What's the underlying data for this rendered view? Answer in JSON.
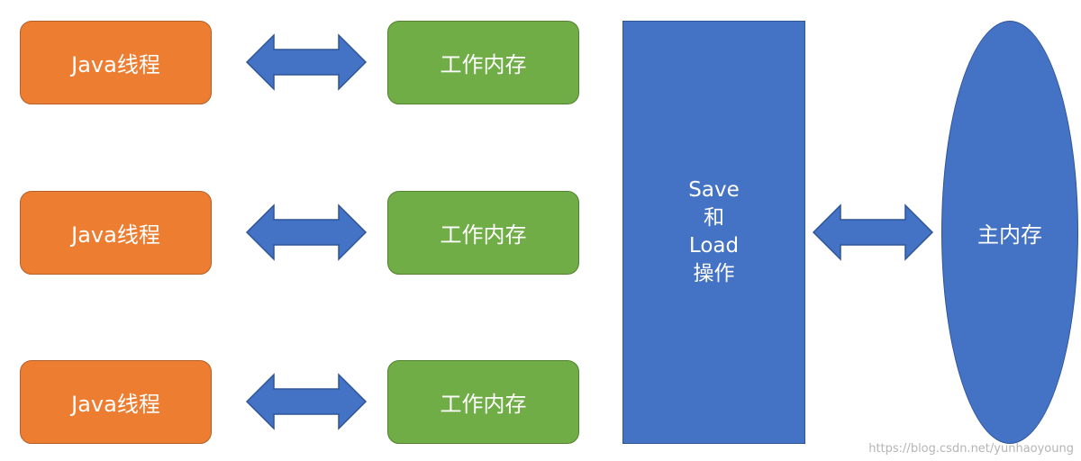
{
  "diagram": {
    "rows": [
      {
        "thread_label": "Java线程",
        "workmem_label": "工作内存"
      },
      {
        "thread_label": "Java线程",
        "workmem_label": "工作内存"
      },
      {
        "thread_label": "Java线程",
        "workmem_label": "工作内存"
      }
    ],
    "ops_box": {
      "line1": "Save",
      "line2": "和",
      "line3": "Load",
      "line4": "操作"
    },
    "main_memory_label": "主内存",
    "watermark": "https://blog.csdn.net/yunhaoyoung"
  },
  "colors": {
    "thread": "#ED7D31",
    "work_memory": "#70AD47",
    "blue": "#4472C4"
  }
}
